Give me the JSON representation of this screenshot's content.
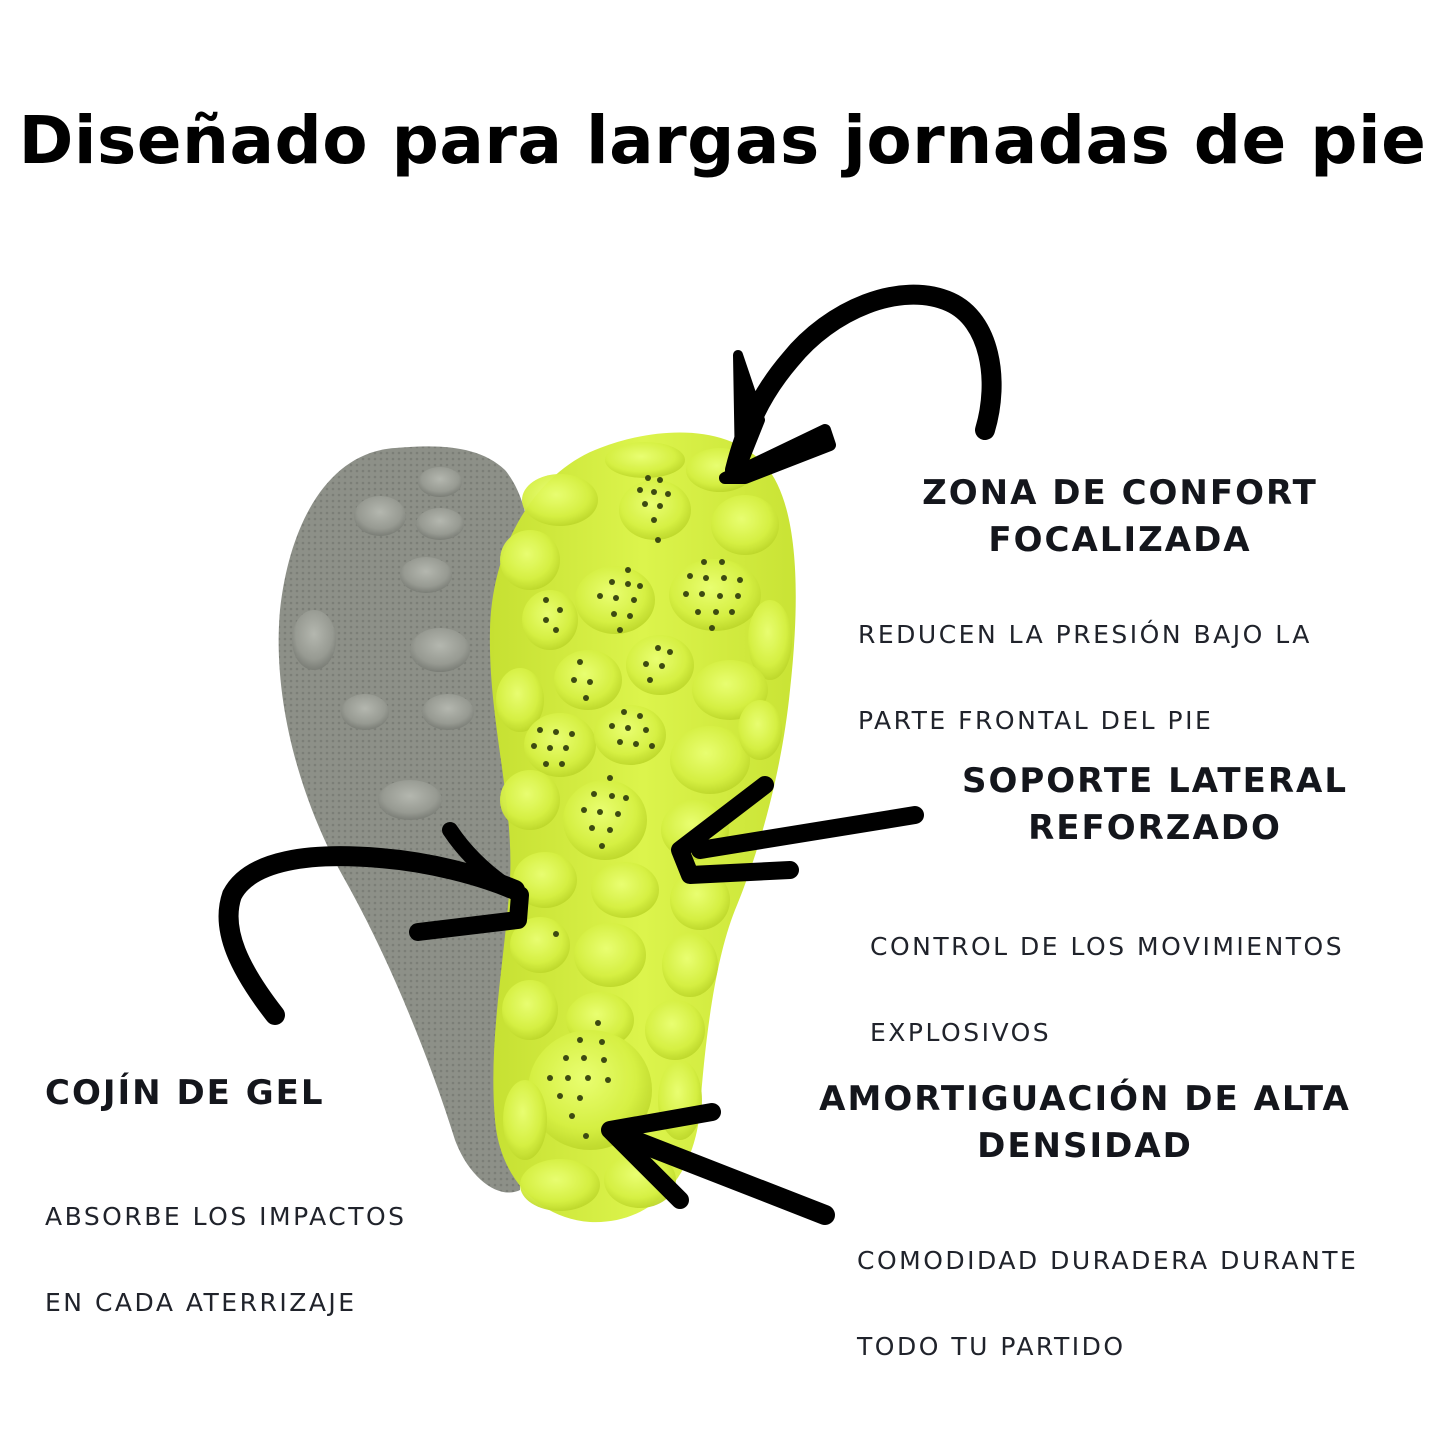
{
  "page": {
    "title": "Diseñado para largas jornadas de pie"
  },
  "colors": {
    "background": "#ffffff",
    "text": "#14161c",
    "insole_green": "#d9f24a",
    "insole_gray": "#8f928a",
    "arrow": "#000000"
  },
  "features": [
    {
      "id": "comfort-zone",
      "title_line1": "ZONA DE CONFORT",
      "title_line2": "FOCALIZADA",
      "desc_line1": "REDUCEN LA PRESIÓN BAJO LA",
      "desc_line2": "PARTE FRONTAL DEL PIE"
    },
    {
      "id": "lateral-support",
      "title_line1": "SOPORTE LATERAL",
      "title_line2": "REFORZADO",
      "desc_line1": "CONTROL DE LOS MOVIMIENTOS",
      "desc_line2": "EXPLOSIVOS"
    },
    {
      "id": "gel-cushion",
      "title_line1": "COJÍN DE GEL",
      "desc_line1": "ABSORBE LOS IMPACTOS",
      "desc_line2": "EN CADA ATERRIZAJE"
    },
    {
      "id": "high-density",
      "title_line1": "AMORTIGUACIÓN DE ALTA",
      "title_line2": "DENSIDAD",
      "desc_line1": "COMODIDAD DURADERA DURANTE",
      "desc_line2": "TODO TU PARTIDO"
    }
  ],
  "illustration": {
    "gray_insole": "gray-insole-back-view",
    "green_insole": "green-insole-textured-sole",
    "arrows": [
      "arrow-comfort-zone",
      "arrow-lateral-support",
      "arrow-gel-cushion",
      "arrow-high-density"
    ]
  }
}
